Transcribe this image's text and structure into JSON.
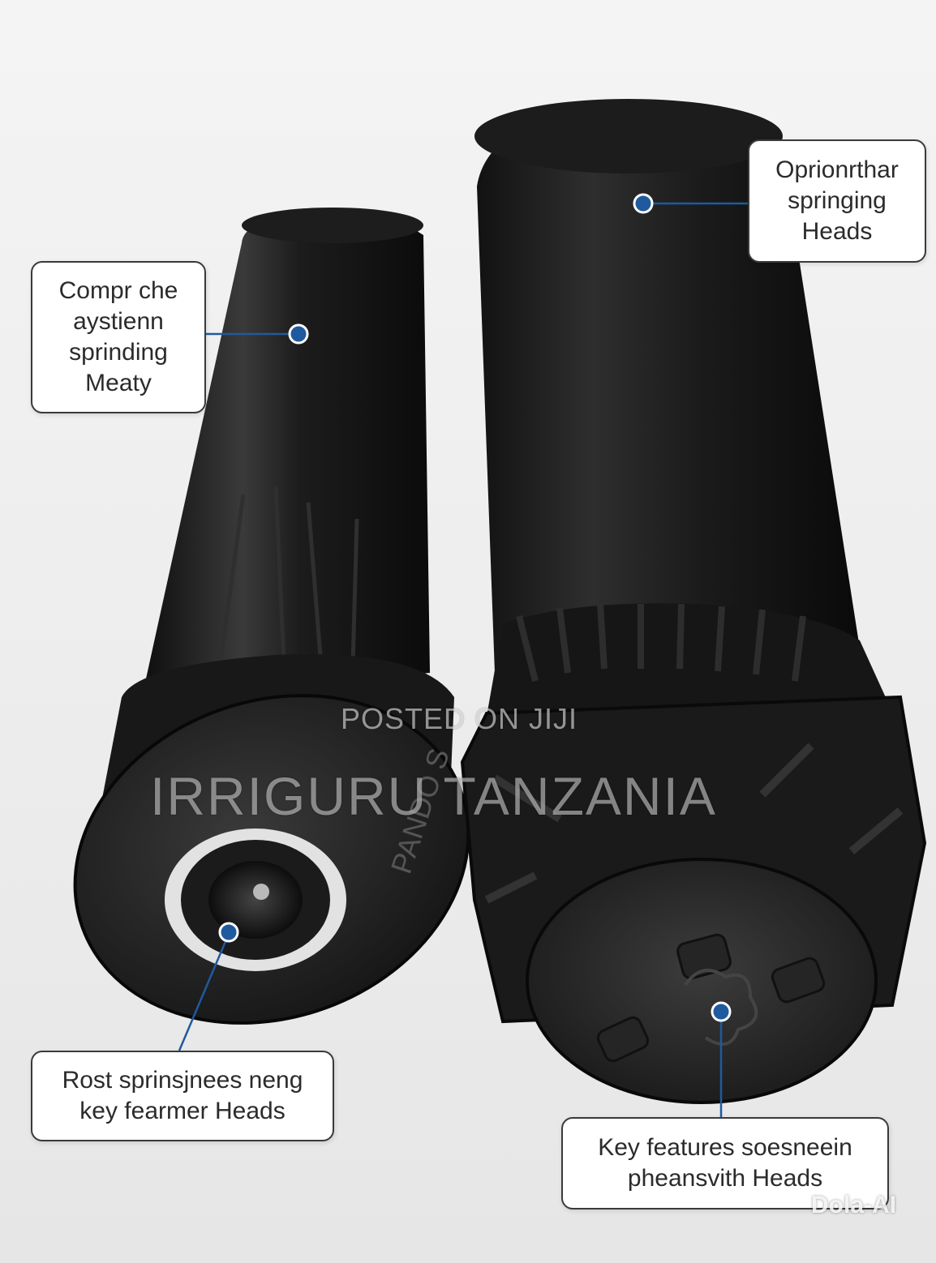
{
  "callouts": {
    "top_right": {
      "lines": [
        "Oprionrthar",
        "springing",
        "Heads"
      ]
    },
    "top_left": {
      "lines": [
        "Compr che",
        "aystienn",
        "sprinding",
        "Meaty"
      ]
    },
    "bottom_left": {
      "lines": [
        "Rost sprinsjnees neng",
        "key fearmer Heads"
      ]
    },
    "bottom_right": {
      "lines": [
        "Key features soesneein",
        "pheansvith Heads"
      ]
    }
  },
  "product_markings": {
    "cap_text": "PANDO S"
  },
  "watermarks": {
    "posted": "POSTED ON JIJI",
    "brand": "IRRIGURU TANZANIA",
    "ai": "Dola-AI"
  },
  "colors": {
    "marker_blue": "#1f5a9e",
    "body_black": "#1b1b1b",
    "callout_border": "#3a3a3a"
  }
}
